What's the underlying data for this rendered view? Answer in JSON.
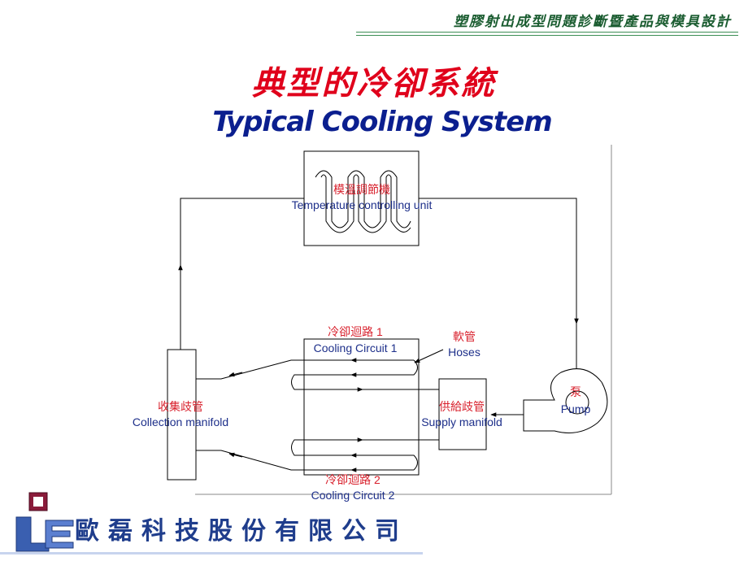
{
  "header": {
    "text": "塑膠射出成型問題診斷暨產品與模具設計"
  },
  "title": {
    "chinese": "典型的冷卻系統",
    "english": "Typical Cooling System"
  },
  "diagram": {
    "temperature_unit": {
      "zh": "模溫調節機",
      "en": "Temperature controlling unit"
    },
    "circuit_1": {
      "zh": "冷卻迴路 1",
      "en": "Cooling Circuit 1"
    },
    "circuit_2": {
      "zh": "冷卻迴路 2",
      "en": "Cooling Circuit 2"
    },
    "hoses": {
      "zh": "軟管",
      "en": "Hoses"
    },
    "collection_manifold": {
      "zh": "收集歧管",
      "en": "Collection manifold"
    },
    "supply_manifold": {
      "zh": "供給歧管",
      "en": "Supply manifold"
    },
    "pump": {
      "zh": "泵",
      "en": "Pump"
    }
  },
  "footer": {
    "company_name": "歐磊科技股份有限公司"
  },
  "colors": {
    "title_red": "#e0001b",
    "title_blue": "#0b1f8f",
    "label_red": "#d8202c",
    "label_blue": "#1d2f8a",
    "header_green": "#1a5c30"
  }
}
